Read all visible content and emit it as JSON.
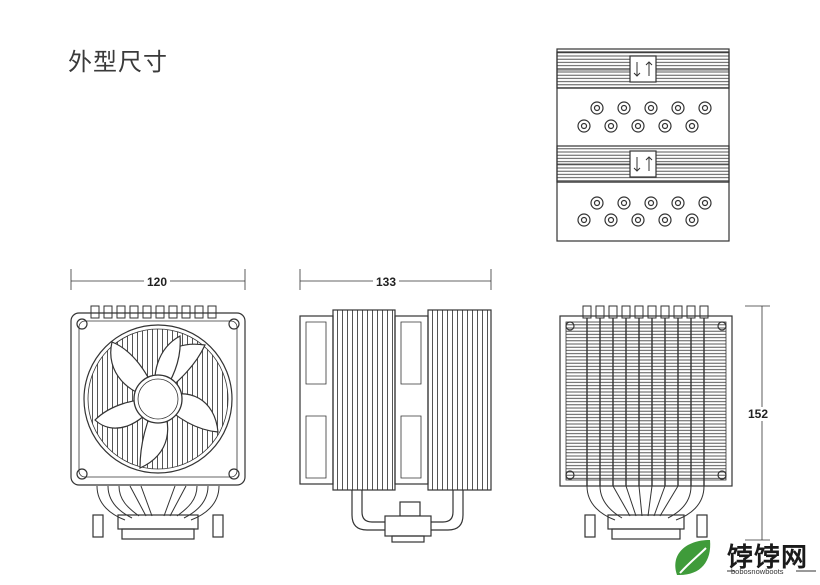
{
  "title": "外型尺寸",
  "dimensions": {
    "width_front": "120",
    "depth_side": "133",
    "height_back": "152"
  },
  "watermark": {
    "brand": "饽饽网",
    "url": "bobosnowboots"
  },
  "colors": {
    "line": "#333333",
    "watermark_green": "#3f9b3a"
  }
}
